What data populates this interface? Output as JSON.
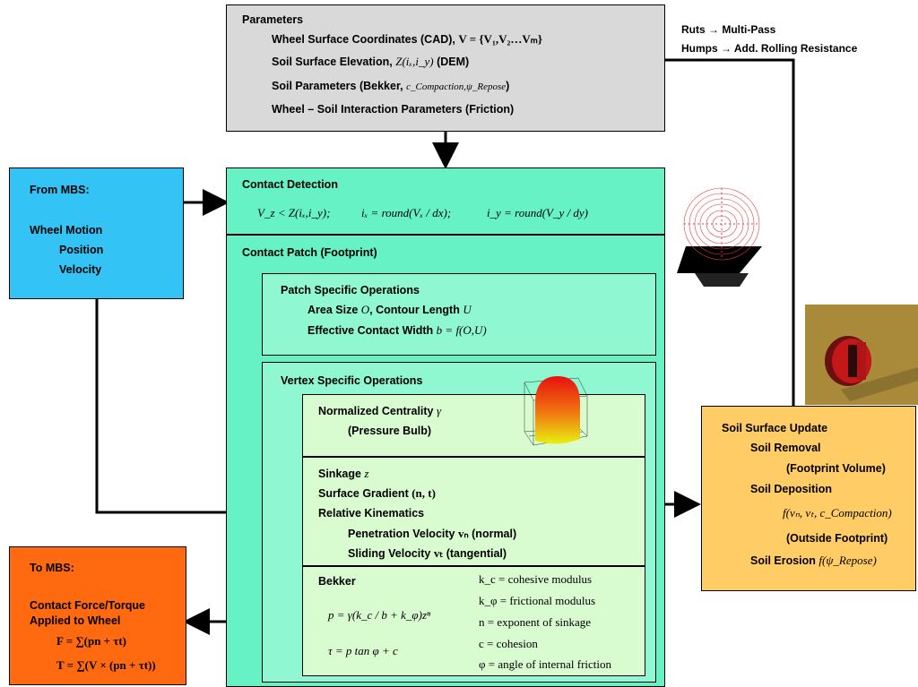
{
  "params": {
    "title": "Parameters",
    "line1": "Wheel Surface Coordinates (CAD),",
    "line1_eq": "V = {V₁,V₂…Vₘ}",
    "line2": "Soil Surface Elevation,",
    "line2_eq": "Z(iₓ,i_y)",
    "line2_suffix": "(DEM)",
    "line3": "Soil Parameters (Bekker,",
    "line3_eq": "c_Compaction,ψ_Repose",
    "line3_suffix": ")",
    "line4": "Wheel – Soil Interaction Parameters (Friction)"
  },
  "ruts": {
    "line1": "Ruts → Multi-Pass",
    "line2": "Humps → Add. Rolling Resistance"
  },
  "from_mbs": {
    "title": "From MBS:",
    "motion": "Wheel Motion",
    "position": "Position",
    "velocity": "Velocity"
  },
  "contact_detection": {
    "title": "Contact Detection",
    "eq_a": "V_z < Z(iₓ,i_y);",
    "eq_b": "iₓ = round(Vₓ / dx);",
    "eq_c": "i_y = round(V_y / dy)"
  },
  "contact_patch": {
    "title": "Contact Patch (Footprint)"
  },
  "patch_ops": {
    "title": "Patch Specific Operations",
    "line1": "Area Size",
    "line1_v1": "O",
    "line1_mid": ", Contour Length",
    "line1_v2": "U",
    "line2": "Effective Contact Width",
    "line2_eq": "b = f(O,U)"
  },
  "vertex_ops": {
    "title": "Vertex Specific Operations"
  },
  "centrality": {
    "title": "Normalized Centrality",
    "var": "γ",
    "sub": "(Pressure Bulb)"
  },
  "sinkage": {
    "sinkage": "Sinkage",
    "sinkage_var": "z",
    "gradient": "Surface Gradient",
    "gradient_var": "(n, t)",
    "kinematics": "Relative Kinematics",
    "penetration": "Penetration Velocity",
    "penetration_var": "vₙ",
    "penetration_suffix": "(normal)",
    "sliding": "Sliding Velocity",
    "sliding_var": "vₜ",
    "sliding_suffix": "(tangential)"
  },
  "bekker": {
    "title": "Bekker",
    "eq_p": "p = γ(k_c / b + k_φ)zⁿ",
    "eq_tau": "τ = p tan φ + c",
    "defs": [
      "k_c = cohesive modulus",
      "k_φ = frictional modulus",
      "n = exponent of sinkage",
      "c = cohesion",
      "φ = angle of internal friction"
    ]
  },
  "soil_update": {
    "title": "Soil Surface Update",
    "removal": "Soil Removal",
    "removal_sub": "(Footprint Volume)",
    "deposition": "Soil Deposition",
    "deposition_eq": "f(vₙ, vₜ, c_Compaction)",
    "deposition_sub": "(Outside Footprint)",
    "erosion": "Soil Erosion",
    "erosion_eq": "f(ψ_Repose)"
  },
  "to_mbs": {
    "title": "To MBS:",
    "line1": "Contact Force/Torque",
    "line2": "Applied to Wheel",
    "eq_f": "F = ∑(pn + τt)",
    "eq_t": "T = ∑(V × (pn + τt))"
  },
  "colors": {
    "params_bg": "#d9d9d9",
    "contact_bg": "#66f2c4",
    "patch_bg": "#8ff7d2",
    "inner_bg": "#d9fbd0",
    "from_mbs_bg": "#33c4f5",
    "soil_bg": "#ffcc66",
    "to_mbs_bg": "#ff6a10"
  }
}
